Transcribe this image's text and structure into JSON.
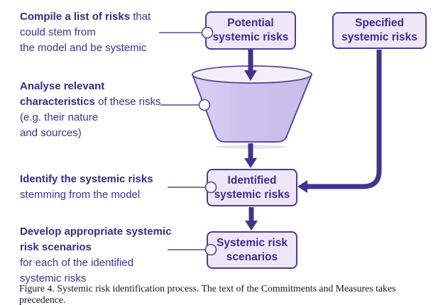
{
  "figure": {
    "caption": "Figure 4. Systemic risk identification process. The text of the Commitments and Measures takes precedence."
  },
  "annotations": [
    {
      "id": "compile",
      "segments": [
        {
          "text": "Compile a list of risks",
          "bold": true
        },
        {
          "text": " that",
          "bold": false
        },
        {
          "text": "could stem from",
          "bold": false
        },
        {
          "text": "the model and be systemic",
          "bold": false
        }
      ]
    },
    {
      "id": "analyse",
      "segments": [
        {
          "text": "Analyse relevant",
          "bold": true
        },
        {
          "text": "characteristics",
          "bold": true
        },
        {
          "text": " of these risks",
          "bold": false
        },
        {
          "text": "(e.g. their nature",
          "bold": false
        },
        {
          "text": "and sources)",
          "bold": false
        }
      ]
    },
    {
      "id": "identify",
      "segments": [
        {
          "text": "Identify the systemic risks",
          "bold": true
        },
        {
          "text": "stemming from the model",
          "bold": false
        }
      ]
    },
    {
      "id": "develop",
      "segments": [
        {
          "text": "Develop appropriate systemic",
          "bold": true
        },
        {
          "text": "risk scenarios",
          "bold": true
        },
        {
          "text": "for each of the identified",
          "bold": false
        },
        {
          "text": "systemic risks",
          "bold": false
        }
      ]
    }
  ],
  "nodes": [
    {
      "id": "potential",
      "lines": [
        "Potential",
        "systemic risks"
      ]
    },
    {
      "id": "specified",
      "lines": [
        "Specified",
        "systemic risks"
      ]
    },
    {
      "id": "identified",
      "lines": [
        "Identified",
        "systemic risks"
      ]
    },
    {
      "id": "scenarios",
      "lines": [
        "Systemic risk",
        "scenarios"
      ]
    }
  ],
  "colors": {
    "accent_arrow": "#43338c",
    "box_fill": "#ede7f8",
    "box_border": "#4a3c96",
    "box_text": "#3e2d8a",
    "annotation_text": "#3e318c",
    "funnel_body": "#ccc3ed",
    "funnel_top": "#f2effb",
    "funnel_stroke": "#5a4ba0",
    "connector_line": "#54489a",
    "caption_text": "#14141e"
  }
}
